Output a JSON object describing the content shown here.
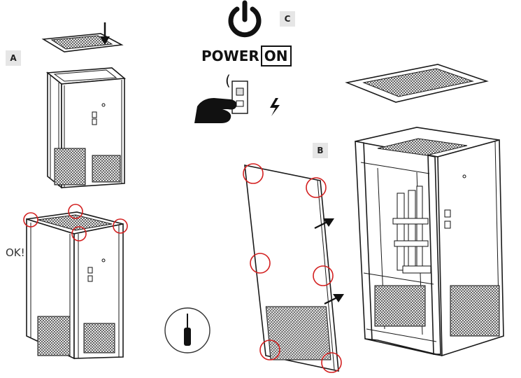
{
  "steps": {
    "a": "A",
    "b": "B",
    "c": "C"
  },
  "power": {
    "word": "POWER",
    "state": "ON"
  },
  "ok": "OK!",
  "colors": {
    "highlight": "#d32020",
    "ink": "#1a1a1a",
    "badge_bg": "#e6e6e6"
  },
  "icons": [
    "power-icon",
    "hand-icon",
    "circuit-breaker-icon",
    "lightning-icon",
    "screwdriver-icon",
    "arrow-down-icon",
    "arrow-out-icon"
  ]
}
